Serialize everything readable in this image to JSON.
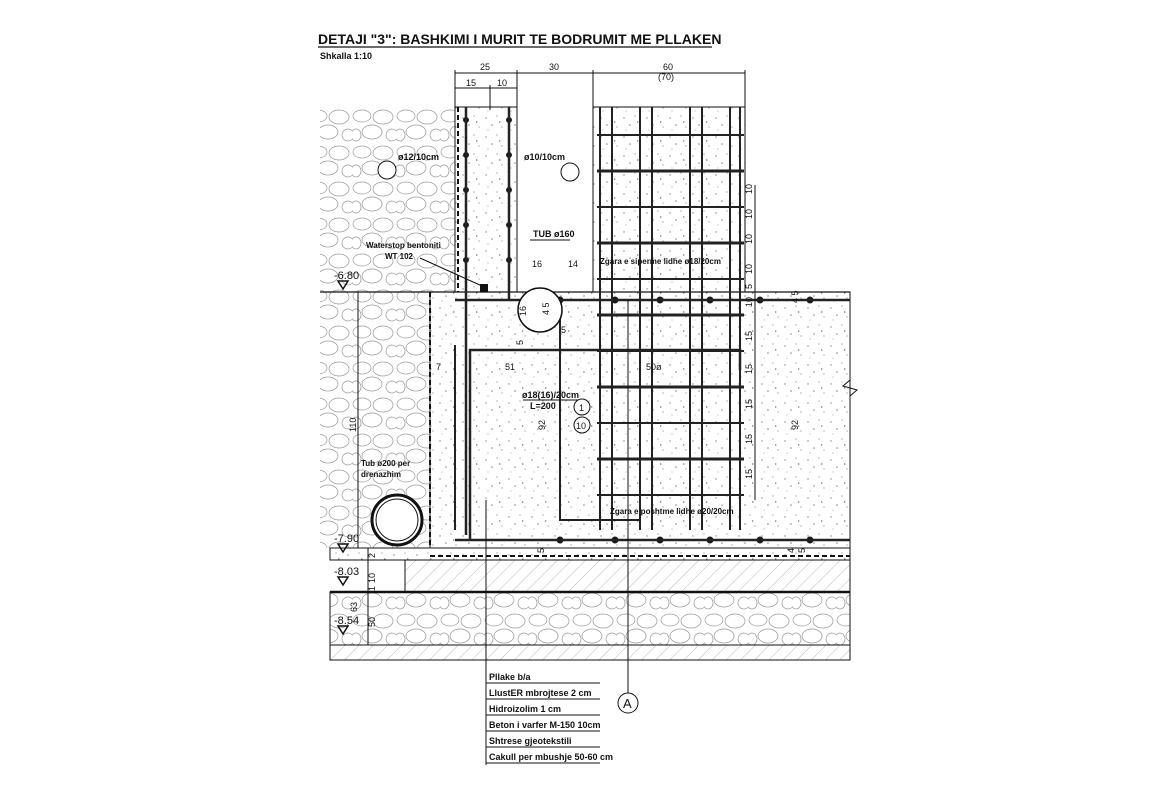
{
  "title": "DETAJI \"3\": BASHKIMI I MURIT TE BODRUMIT ME PLLAKEN",
  "scale": "Shkalla 1:10",
  "top_dims": {
    "d25": "25",
    "d30": "30",
    "d60": "60",
    "d70": "(70)",
    "d15": "15",
    "d10": "10"
  },
  "labels": {
    "rebar_12": "ø12/10cm",
    "rebar_10": "ø10/10cm",
    "waterstop_1": "Waterstop bentoniti",
    "waterstop_2": "WT 102",
    "tub160": "TUB ø160",
    "d16a": "16",
    "d14": "14",
    "pipe_16": "16",
    "pipe_45": "4 5",
    "d5a": "5",
    "d5b": "5",
    "d51": "51",
    "d7": "7",
    "d50": "50ø",
    "rebar_18": "ø18(16)/20cm",
    "rebar_L": "L=200",
    "mark_1": "1",
    "mark_10": "10",
    "d92a": "92",
    "d92b": "92",
    "top_mesh": "Zgara e siperme lidhe ø18/20cm",
    "bottom_mesh": "Zgara e poshtme lidhe ø20/20cm",
    "right_45": "4 5",
    "d110": "110",
    "drain_1": "Tub ø200 per",
    "drain_2": "drenazhim",
    "axis": "A",
    "bot_5a": "5",
    "bot_4": "4",
    "bot_5b": "5",
    "left_2": "2",
    "left_10": "10",
    "left_1": "1",
    "left_63": "63",
    "left_50": "50"
  },
  "right_dims": [
    "10",
    "10",
    "10",
    "10",
    "5",
    "10",
    "15",
    "15",
    "15",
    "15",
    "15"
  ],
  "levels": [
    "-6.80",
    "-7.90",
    "-8.03",
    "-8.54"
  ],
  "layers": [
    "Pllake b/a",
    "LlustER mbrojtese 2 cm",
    "Hidroizolim 1 cm",
    "Beton i varfer M-150 10cm",
    "Shtrese gjeotekstili",
    "Cakull per mbushje 50-60 cm"
  ]
}
